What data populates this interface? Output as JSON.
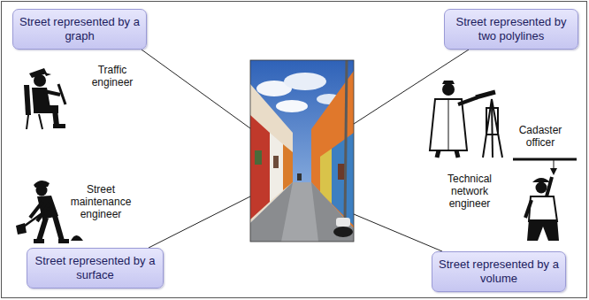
{
  "diagram": {
    "nodes": [
      {
        "text": [
          "Street represented by a graph"
        ]
      },
      {
        "text": [
          "Street represented by two polylines"
        ]
      },
      {
        "text": [
          "Street represented by a surface"
        ]
      },
      {
        "text": [
          "Street represented by a volume"
        ]
      }
    ],
    "labels": [
      "Traffic engineer",
      "Street maintenance engineer",
      "Cadaster officer",
      "Technical network engineer"
    ]
  }
}
